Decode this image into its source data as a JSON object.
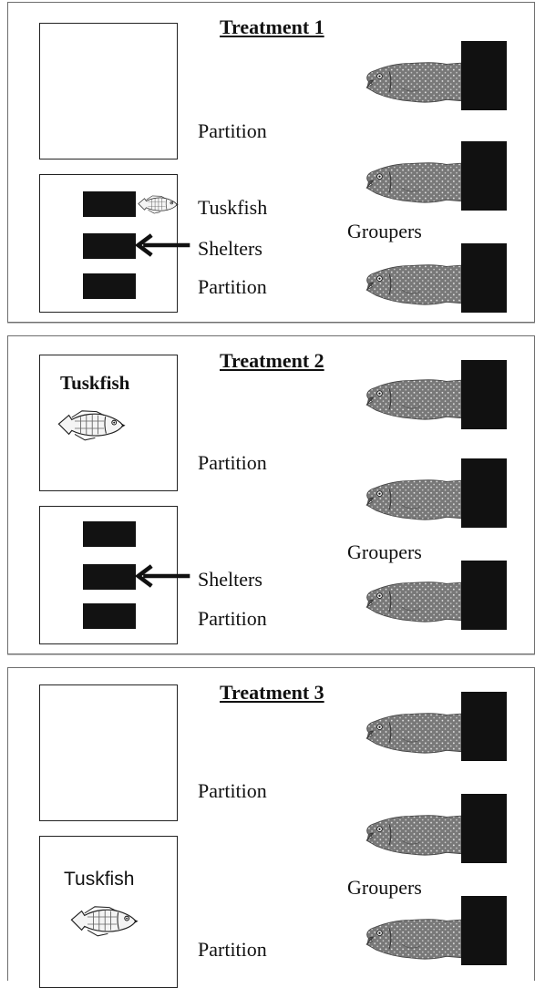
{
  "treatments": [
    {
      "title": "Treatment 1",
      "labels": {
        "partition_top": "Partition",
        "tuskfish": "Tuskfish",
        "shelters": "Shelters",
        "partition_bottom": "Partition",
        "groupers": "Groupers"
      }
    },
    {
      "title": "Treatment 2",
      "labels": {
        "tuskfish": "Tuskfish",
        "partition_top": "Partition",
        "groupers": "Groupers",
        "shelters": "Shelters",
        "partition_bottom": "Partition"
      }
    },
    {
      "title": "Treatment 3",
      "labels": {
        "partition_top": "Partition",
        "groupers": "Groupers",
        "tuskfish": "Tuskfish",
        "partition_bottom": "Partition"
      }
    }
  ],
  "icons": {
    "grouper": "grouper-icon",
    "tuskfish": "tuskfish-icon",
    "arrow": "left-arrow-icon"
  },
  "colors": {
    "grouper_body": "#7a7a7a",
    "shelter": "#121212"
  }
}
